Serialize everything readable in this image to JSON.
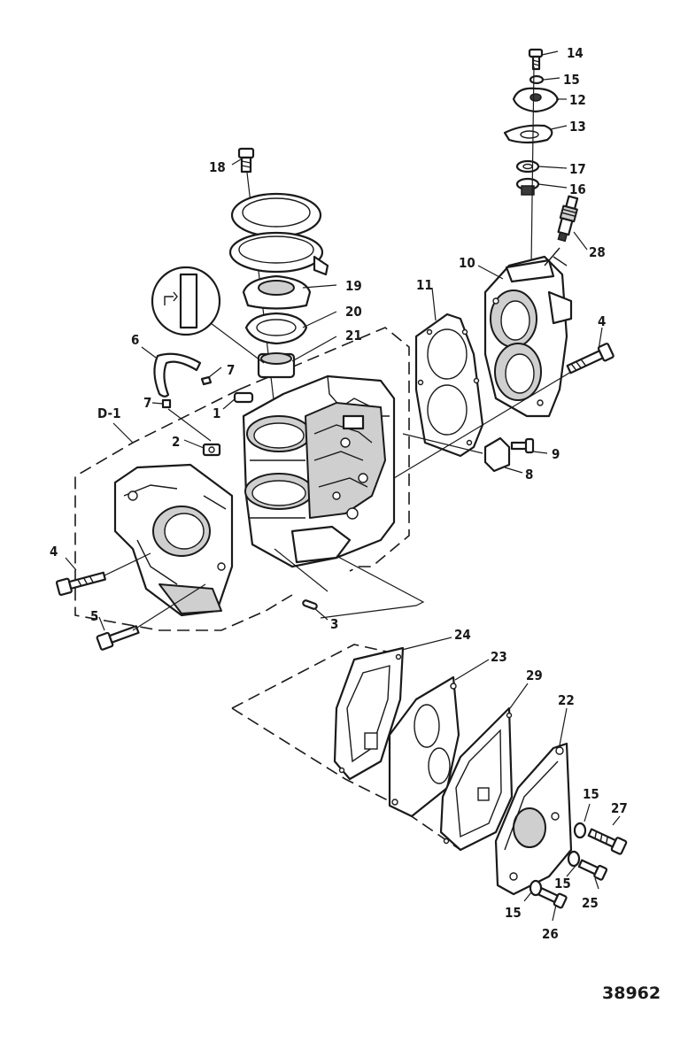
{
  "figure_number": "38962",
  "callouts": [
    "14",
    "15",
    "12",
    "13",
    "18",
    "17",
    "16",
    "28",
    "19",
    "20",
    "21",
    "10",
    "11",
    "4",
    "6",
    "7",
    "1",
    "D-1",
    "2",
    "9",
    "8",
    "4",
    "5",
    "3",
    "24",
    "23",
    "29",
    "22",
    "15",
    "27",
    "15",
    "25",
    "15",
    "26",
    "7"
  ]
}
